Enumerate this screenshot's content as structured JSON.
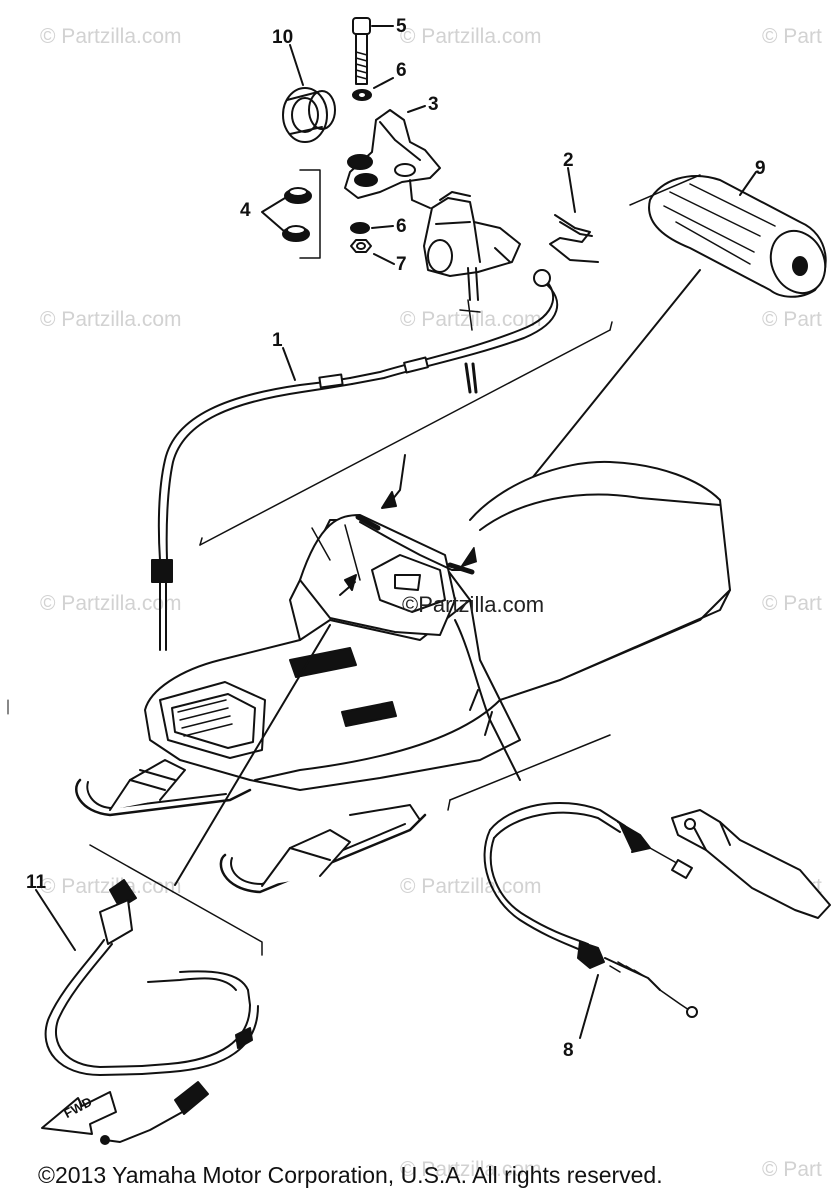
{
  "watermark": {
    "text": "© Partzilla.com",
    "edge_text": "© Part",
    "center_text": "©Partzilla.com",
    "color": "#d2d2d2"
  },
  "callouts": [
    "1",
    "2",
    "3",
    "4",
    "5",
    "6",
    "6",
    "7",
    "8",
    "9",
    "10",
    "11"
  ],
  "fwd_label": "FWD",
  "copyright": "©2013 Yamaha Motor Corporation, U.S.A. All rights reserved."
}
